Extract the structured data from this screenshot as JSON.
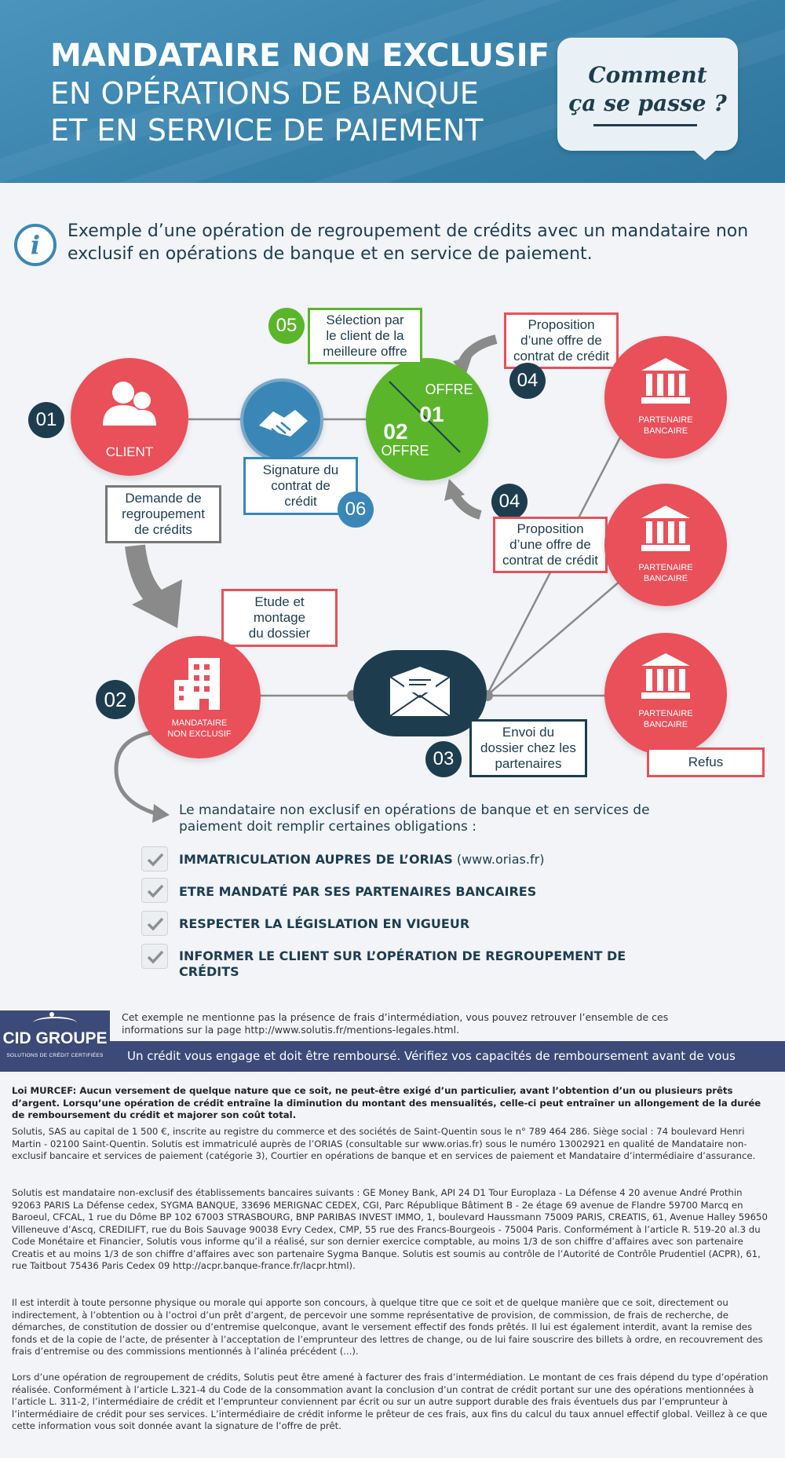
{
  "header": {
    "title_line1": "MANDATAIRE NON EXCLUSIF",
    "title_line2": "EN OPÉRATIONS DE BANQUE",
    "title_line3": "ET EN SERVICE DE PAIEMENT",
    "bubble_text": "Comment\nça se passe ?"
  },
  "intro": {
    "text": "Exemple d’une opération de regroupement de crédits avec un mandataire non exclusif en opérations de banque et en service de paiement."
  },
  "diagram": {
    "client": {
      "number": "01",
      "label": "CLIENT"
    },
    "mandataire": {
      "number": "02",
      "label_line1": "MANDATAIRE",
      "label_line2": "NON EXCLUSIF"
    },
    "envoi": {
      "number": "03",
      "label": "Envoi du\ndossier chez les\npartenaires"
    },
    "proposition_top": {
      "number": "04",
      "label": "Proposition\nd’une offre de\ncontrat de crédit"
    },
    "proposition_mid": {
      "number": "04",
      "label": "Proposition\nd’une offre de\ncontrat de crédit"
    },
    "selection": {
      "number": "05",
      "label": "Sélection par\nle client de la\nmeilleure offre"
    },
    "signature": {
      "number": "06",
      "label": "Signature du\ncontrat de\ncrédit"
    },
    "offre1": {
      "word": "OFFRE",
      "number": "01"
    },
    "offre2": {
      "word": "OFFRE",
      "number": "02"
    },
    "demande": "Demande de\nregroupement\nde crédits",
    "etude": "Etude et\nmontage\ndu dossier",
    "partenaire_label_line1": "PARTENAIRE",
    "partenaire_label_line2": "BANCAIRE",
    "refus": "Refus",
    "colors": {
      "red": "#e9505a",
      "green": "#5bb52b",
      "blue": "#3a87b7",
      "navy": "#1d3d4f"
    }
  },
  "obligations": {
    "intro": "Le mandataire non exclusif en opérations de banque et en services de paiement doit remplir certaines obligations :",
    "items": [
      {
        "bold": "IMMATRICULATION AUPRES DE L’ORIAS",
        "normal": " (www.orias.fr)"
      },
      {
        "bold": "ETRE MANDATÉ PAR SES PARTENAIRES BANCAIRES",
        "normal": ""
      },
      {
        "bold": "RESPECTER LA LÉGISLATION EN VIGUEUR",
        "normal": ""
      },
      {
        "bold": "INFORMER LE CLIENT SUR L’OPÉRATION DE REGROUPEMENT DE CRÉDITS",
        "normal": ""
      }
    ]
  },
  "footer": {
    "logo_main": "CID GROUPE",
    "logo_sub": "SOLUTIONS DE CRÉDIT CERTIFIÉES",
    "mention_note": "Cet exemple ne mentionne pas la présence de frais d’intermédiation, vous pouvez retrouver l’ensemble de ces informations sur la page http://www.solutis.fr/mentions-legales.html.",
    "warning": "Un crédit vous engage et doit être remboursé. Vérifiez vos capacités de remboursement avant de vous engager.",
    "legal_bold": "Loi MURCEF: Aucun versement de quelque nature que ce soit, ne peut-être exigé d’un particulier, avant l’obtention d’un ou plusieurs prêts d’argent. Lorsqu’une opération de crédit entraîne la diminution du montant des mensualités, celle-ci peut entraîner un allongement de la durée de remboursement du crédit et majorer son coût total.",
    "legal_p1": "Solutis, SAS au capital de 1 500 €, inscrite au registre du commerce et des sociétés de Saint-Quentin sous le n° 789 464 286. Siège social : 74 boulevard Henri Martin - 02100 Saint-Quentin. Solutis est immatriculé auprès de l’ORIAS (consultable sur www.orias.fr) sous le numéro 13002921 en qualité de Mandataire non-exclusif bancaire et services de paiement (catégorie 3), Courtier en opérations de banque et en services de paiement et Mandataire d’intermédiaire d’assurance.",
    "legal_p2": "Solutis est mandataire non-exclusif des établissements bancaires suivants : GE Money Bank, API 24 D1 Tour Europlaza - La Défense 4 20 avenue André Prothin 92063 PARIS La Défense cedex, SYGMA BANQUE, 33696 MERIGNAC CEDEX, CGI, Parc République Bâtiment B - 2e étage 69 avenue de Flandre 59700 Marcq en Baroeul, CFCAL, 1 rue du Dôme BP 102 67003 STRASBOURG, BNP PARIBAS INVEST IMMO, 1, boulevard Haussmann 75009 PARIS, CREATIS, 61, Avenue Halley 59650 Villeneuve d’Ascq, CREDILIFT, rue du Bois Sauvage 90038 Evry Cedex, CMP, 55 rue des Francs-Bourgeois - 75004 Paris. Conformément à l’article R. 519-20 al.3 du Code Monétaire et Financier, Solutis vous informe qu’il a réalisé, sur son dernier exercice comptable, au moins 1/3 de son chiffre d’affaires avec son partenaire Creatis et au moins 1/3 de son chiffre d’affaires avec son partenaire Sygma Banque. Solutis est soumis au contrôle de l’Autorité de Contrôle Prudentiel (ACPR), 61, rue Taitbout 75436 Paris Cedex 09 http://acpr.banque-france.fr/lacpr.html).",
    "legal_p3": "Il est interdit à toute personne physique ou morale qui apporte son concours, à quelque titre que ce soit et de quelque manière que ce soit, directement ou indirectement, à l’obtention ou à l’octroi d’un prêt d’argent, de percevoir une somme représentative de provision, de commission, de frais de recherche, de démarches, de constitution de dossier ou d’entremise quelconque, avant le versement effectif des fonds prêtés. Il lui est également interdit, avant la remise des fonds et de la copie de l’acte, de présenter à l’acceptation de l’emprunteur des lettres de change, ou de lui faire souscrire des billets à ordre, en recouvrement des frais d’entremise ou des commissions mentionnés à l’alinéa précédent (...).",
    "legal_p4": "Lors d’une opération de regroupement de crédits, Solutis peut être amené à facturer des frais d’intermédiation. Le montant de ces frais dépend du type d’opération réalisée. Conformément à l’article L.321-4 du Code de la consommation avant la conclusion d’un contrat de crédit portant sur une des opérations mentionnées à l’article L. 311-2, l’intermédiaire de crédit et l’emprunteur conviennent par écrit ou sur un autre support durable des frais éventuels dus par l’emprunteur à l’intermédiaire de crédit pour ses services. L’intermédiaire de crédit informe le prêteur de ces frais, aux fins du calcul du taux annuel effectif global. Veillez à ce que cette information vous soit donnée avant la signature de l’offre de prêt."
  }
}
